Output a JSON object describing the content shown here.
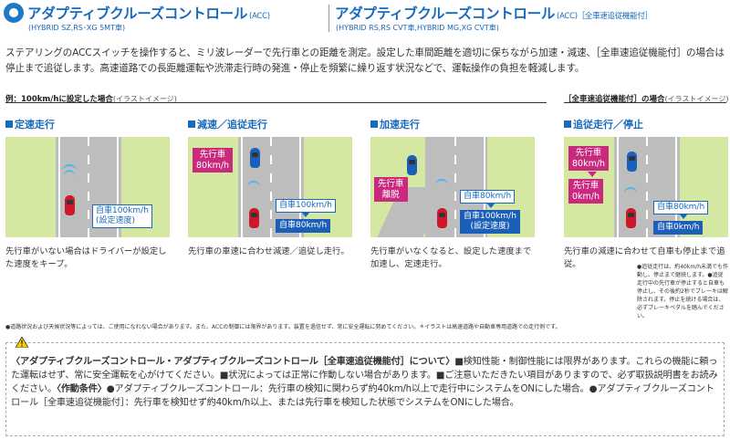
{
  "header": {
    "title_left": "アダプティブクルーズコントロール",
    "title_left_tag": "(ACC)",
    "sub_left": "(HYBRID SZ,RS･XG 5MT車)",
    "title_right": "アダプティブクルーズコントロール",
    "title_right_tag": "(ACC)［全車速追従機能付］",
    "sub_right": "(HYBRID RS,RS CVT車,HYBRID MG,XG CVT車)"
  },
  "intro": "ステアリングのACCスイッチを操作すると、ミリ波レーダーで先行車との距離を測定。設定した車間距離を適切に保ちながら加速・減速、［全車速追従機能付］の場合は停止まで追従します。高速道路での長距離運転や渋滞走行時の発進・停止を頻繁に繰り返す状況などで、運転操作の負担を軽減します。",
  "example_left": {
    "main": "例：100km/hに設定した場合",
    "note": "(イラストイメージ)"
  },
  "example_right": {
    "main": "［全車速追従機能付］の場合",
    "note": "(イラストイメージ)"
  },
  "panels": [
    {
      "title": "定速走行",
      "labels": {
        "own": "自車100km/h\n(設定速度)"
      },
      "desc": "先行車がいない場合はドライバーが設定した速度をキープ。"
    },
    {
      "title": "減速／追従走行",
      "labels": {
        "lead": "先行車\n80km/h",
        "own_before": "自車100km/h",
        "own_after": "自車80km/h"
      },
      "desc": "先行車の車速に合わせ減速／追従し走行。"
    },
    {
      "title": "加速走行",
      "labels": {
        "lead": "先行車\n離脱",
        "own_before": "自車80km/h",
        "own_after": "自車100km/h\n(設定速度)"
      },
      "desc": "先行車がいなくなると、設定した速度まで加速し、定速走行。"
    },
    {
      "title": "追従走行／停止",
      "labels": {
        "lead_before": "先行車\n80km/h",
        "lead_after": "先行車\n0km/h",
        "own_before": "自車80km/h",
        "own_after": "自車0km/h"
      },
      "desc": "先行車の減速に合わせて自車も停止まで追従。",
      "desc_small": "●追従走行は、約40km/h未満でも作動し、停止まで継続します。●追従走行中の先行車が停止すると自車も停止し、その後約2秒でブレーキは解除されます。停止を続ける場合は、必ずブレーキペダルを踏んでください。"
    }
  ],
  "footnote": "●道路状況および天候状況等によっては、ご使用になれない場合があります。また、ACCの制御には限界があります。装置を過信せず、常に安全運転に努めてください。＊イラストは高速道路や自動車専用道路での走行例です。",
  "warning": {
    "heading": "〈アダプティブクルーズコントロール・アダプティブクルーズコントロール［全車速追従機能付］について〉",
    "body1": "■検知性能・制御性能には限界があります。これらの機能に頼った運転はせず、常に安全運転を心がけてください。■状況によっては正常に作動しない場合があります。■ご注意いただきたい項目がありますので、必ず取扱説明書をお読みください。",
    "cond_heading": "〈作動条件〉",
    "body2": "●アダプティブクルーズコントロール：先行車の検知に関わらず約40km/h以上で走行中にシステムをONにした場合。●アダプティブクルーズコントロール［全車速追従機能付］：先行車を検知せず約40km/h以上、または先行車を検知した状態でシステムをONにした場合。"
  },
  "colors": {
    "accent": "#1769bd",
    "lead_label": "#c92a7e",
    "grass": "#d4e8a2",
    "road": "#bdbdbd",
    "own_car": "#cc1828",
    "lead_car": "#1c5fb8"
  }
}
